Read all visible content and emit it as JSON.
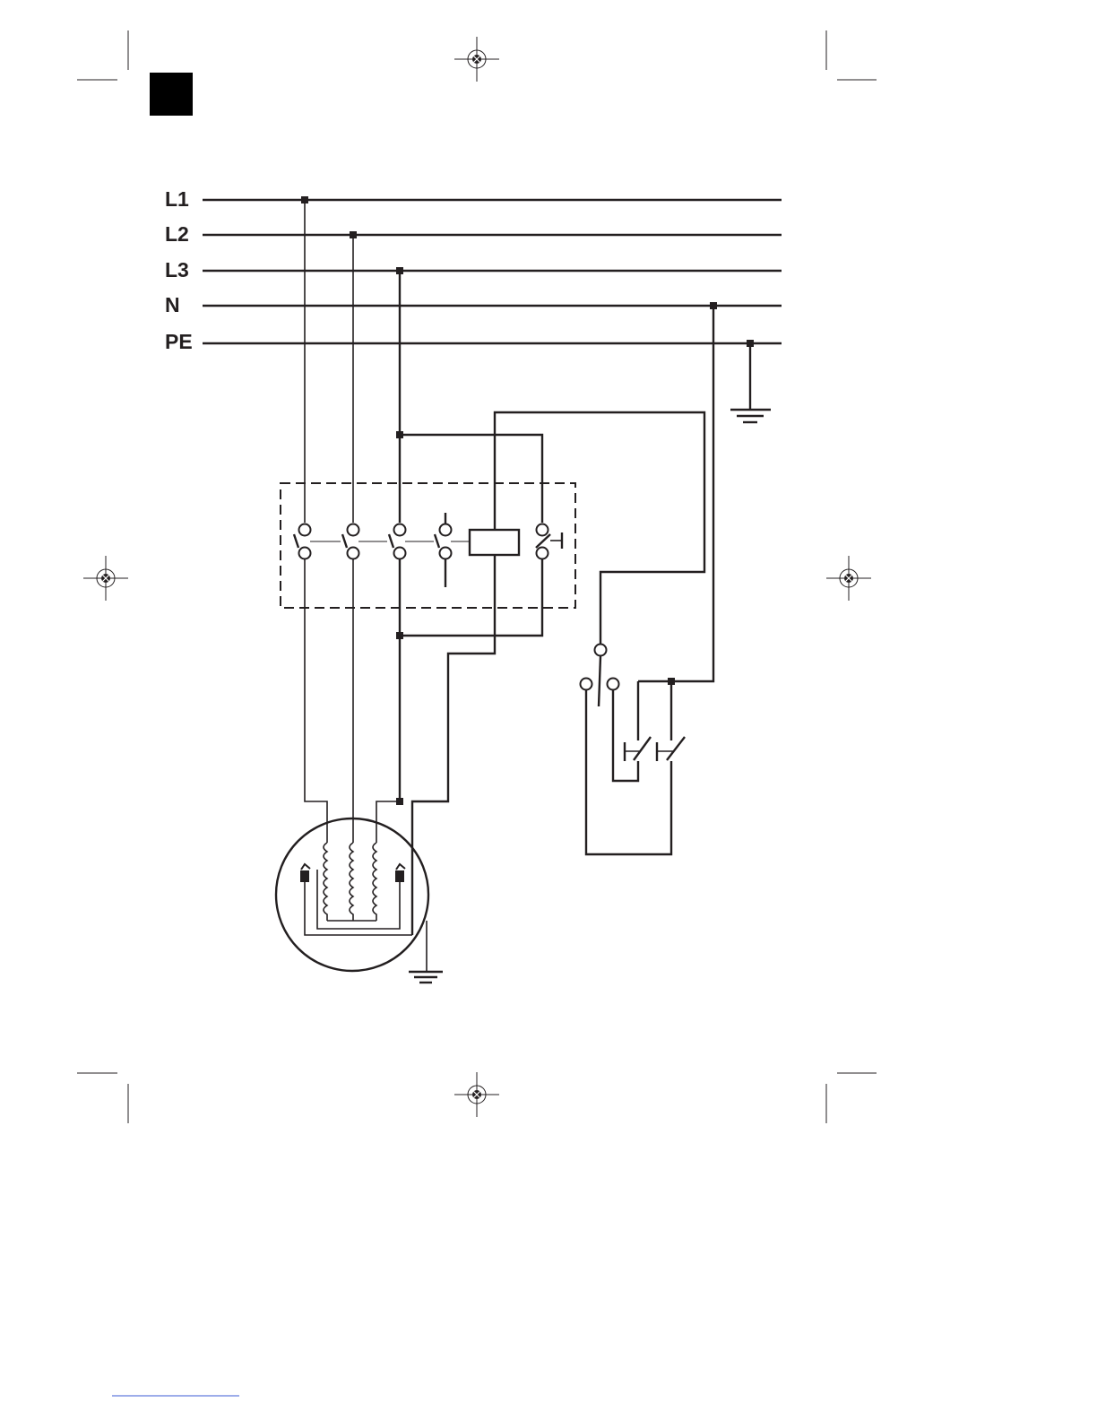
{
  "diagram": {
    "bus_labels": {
      "l1": "L1",
      "l2": "L2",
      "l3": "L3",
      "n": "N",
      "pe": "PE"
    },
    "ink_color": "#231f20",
    "page_tab_color": "#000000",
    "underline_color": "#3b5bd6"
  }
}
